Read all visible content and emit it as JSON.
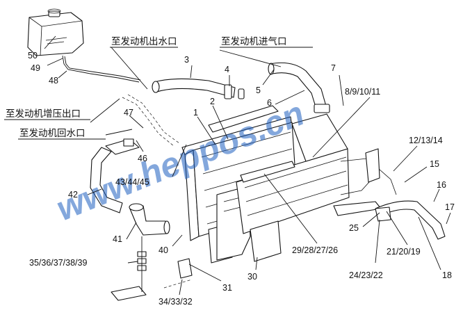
{
  "callouts": {
    "to_engine_water_outlet": "至发动机出水口",
    "to_engine_air_intake": "至发动机进气口",
    "to_engine_turbo_outlet": "至发动机增压出口",
    "to_engine_water_return": "至发动机回水口"
  },
  "watermark": "www.heppos.cn",
  "part_numbers": {
    "p1": "1",
    "p2": "2",
    "p3": "3",
    "p4": "4",
    "p5": "5",
    "p6": "6",
    "p7": "7",
    "p8_11": "8/9/10/11",
    "p12_14": "12/13/14",
    "p15": "15",
    "p16": "16",
    "p17": "17",
    "p18": "18",
    "p19_21": "21/20/19",
    "p22_24": "24/23/22",
    "p25": "25",
    "p26_29": "29/28/27/26",
    "p30": "30",
    "p31": "31",
    "p32_34": "34/33/32",
    "p35_39": "35/36/37/38/39",
    "p40": "40",
    "p41": "41",
    "p42": "42",
    "p43_45": "43/44/45",
    "p46": "46",
    "p47": "47",
    "p48": "48",
    "p49": "49",
    "p50": "50"
  }
}
